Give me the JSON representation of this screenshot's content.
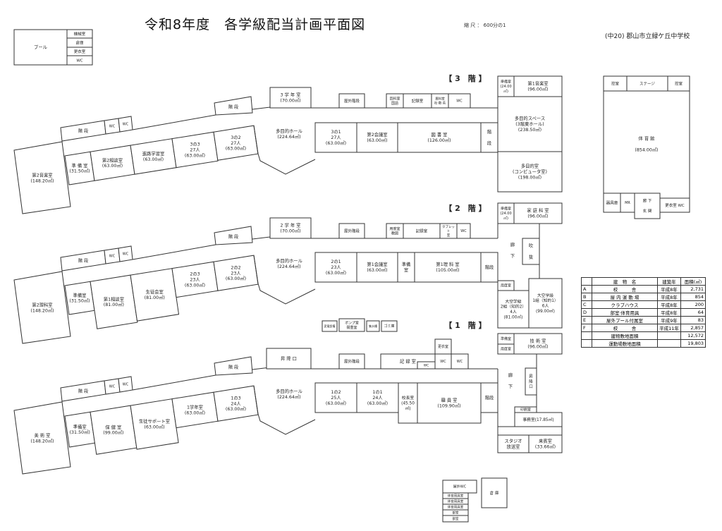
{
  "header": {
    "title": "令和8年度　各学級配当計画平面図",
    "scale": "縮 尺 ： 600分の1",
    "school": "(中20) 郡山市立緑ケ丘中学校"
  },
  "pool": {
    "pool": [
      "プール"
    ],
    "machine": [
      "機械室"
    ],
    "storage": [
      "倉庫"
    ],
    "locker": [
      "更衣室"
    ],
    "wc": [
      "WC"
    ]
  },
  "gym": {
    "hikae1": [
      "控室"
    ],
    "stage": [
      "ステージ"
    ],
    "hikae2": [
      "控室"
    ],
    "gym": [
      "体 育 館",
      "",
      "(854.00㎡)"
    ],
    "kigu": [
      "器具庫"
    ],
    "mr": [
      "MR"
    ],
    "genkan": [
      "廊 下",
      "",
      "玄 関"
    ],
    "koui": [
      "更衣室  WC"
    ]
  },
  "f3": {
    "label": "【 3　階 】",
    "big": [
      "第2音楽室",
      "(148.20㎡)"
    ],
    "stair_l": [
      "階 段"
    ],
    "wc1": [
      "WC"
    ],
    "wc2": [
      "WC"
    ],
    "stair_m": [
      "階 段"
    ],
    "r1": [
      "準 備 室",
      "(31.50㎡)"
    ],
    "r2": [
      "第2相談室",
      "(63.00㎡)"
    ],
    "r3": [
      "進路学習室",
      "(63.00㎡)"
    ],
    "r4": [
      "3の3",
      "27人",
      "(63.00㎡)"
    ],
    "r5": [
      "3の2",
      "27人",
      "(63.00㎡)"
    ],
    "hall": [
      "多目的ホール",
      "(224.64㎡)"
    ],
    "grade": [
      "3 学 年 室",
      "(70.00㎡)"
    ],
    "c1": [
      "3の1",
      "27人",
      "(63.00㎡)"
    ],
    "c2": [
      "第2会議室",
      "(63.00㎡)"
    ],
    "c3": [
      "図 書 室",
      "(126.00㎡)"
    ],
    "c4": [
      "階",
      "",
      "段"
    ],
    "t1": [
      "屋外階段"
    ],
    "t2": [
      "資料室",
      "国語"
    ],
    "t3": [
      "記録室"
    ],
    "t4": [
      "資料室",
      "社·数·英"
    ],
    "t5": [
      "WC"
    ],
    "x1": [
      "準備室",
      "(24.00",
      "㎡)"
    ],
    "x2": [
      "第1音楽室",
      "(96.00㎡)"
    ],
    "x3": [
      "多目的スペース",
      "(3階東ホール)",
      "(238.50㎡)"
    ],
    "x4": [
      "多目的室",
      "(コンピュータ室)",
      "(198.00㎡)"
    ]
  },
  "f2": {
    "label": "【 2　階 】",
    "big": [
      "第2理科室",
      "(148.20㎡)"
    ],
    "stair_l": [
      "階 段"
    ],
    "wc1": [
      "WC"
    ],
    "wc2": [
      "WC"
    ],
    "stair_m": [
      "階 段"
    ],
    "r1": [
      "準備室",
      "(31.50㎡)"
    ],
    "r2": [
      "第1相談室",
      "(81.00㎡)"
    ],
    "r3": [
      "生徒会室",
      "(81.00㎡)"
    ],
    "r4": [
      "2の3",
      "23人",
      "(63.00㎡)"
    ],
    "r5": [
      "2の2",
      "23人",
      "(63.00㎡)"
    ],
    "hall": [
      "多目的ホール",
      "(224.64㎡)"
    ],
    "grade": [
      "2 学 年 室",
      "(70.00㎡)"
    ],
    "c1": [
      "2の1",
      "23人",
      "(63.00㎡)"
    ],
    "c2": [
      "第1会議室",
      "(63.00㎡)"
    ],
    "c3": [
      "準備",
      "室"
    ],
    "c4": [
      "第1理 科 室",
      "(105.00㎡)"
    ],
    "c5": [
      "階段"
    ],
    "t1": [
      "屋外階段"
    ],
    "t2": [
      "用度室",
      "教図"
    ],
    "t3": [
      "記録室"
    ],
    "t4": [
      "タブレッ",
      "ト",
      "室"
    ],
    "t5": [
      "WC"
    ],
    "x1": [
      "準備室",
      "(24.00",
      "㎡)"
    ],
    "x2": [
      "家 庭 科 室",
      "(96.00㎡)"
    ],
    "corridor": [
      "廊",
      "",
      "下"
    ],
    "fuki": [
      "吹",
      "",
      "抜"
    ],
    "yodo": [
      "用度室"
    ],
    "oz2": [
      "大空学級",
      "2組（知的2）",
      "4人",
      "(81.00㎡)"
    ],
    "oz1": [
      "大空学級",
      "1組（知的1）",
      "6人",
      "(99.00㎡)"
    ]
  },
  "f1": {
    "label": "【 1　階 】",
    "big": [
      "美 術 室",
      "(148.20㎡)"
    ],
    "stair_l": [
      "階 段"
    ],
    "wc1": [
      "WC"
    ],
    "wc2": [
      "WC"
    ],
    "stair_m": [
      "階 段"
    ],
    "r1": [
      "準備室",
      "(31.50㎡)"
    ],
    "r2": [
      "保 健 室",
      "(99.00㎡)"
    ],
    "r3": [
      "生徒サポート室",
      "(63.00㎡)"
    ],
    "r4": [
      "1学年室",
      "(63.00㎡)"
    ],
    "r5": [
      "1の3",
      "24人",
      "(63.00㎡)"
    ],
    "hall": [
      "多目的ホール",
      "(224.64㎡)"
    ],
    "grade": [
      "昇 降 口"
    ],
    "c1": [
      "1の2",
      "25人",
      "(63.00㎡)"
    ],
    "c2": [
      "1の1",
      "24人",
      "(63.00㎡)"
    ],
    "c3": [
      "校長室",
      "(45.50",
      "㎡)"
    ],
    "c4": [
      "職 員 室",
      "(109.90㎡)"
    ],
    "c5": [
      "階段"
    ],
    "t1": [
      "屋外階段"
    ],
    "t2": [
      "記 録 室"
    ],
    "t3": [
      "WC"
    ],
    "t4": [
      "更衣室"
    ],
    "t5": [
      "WC"
    ],
    "t6": [
      "WC"
    ],
    "o1": [
      "変電設備"
    ],
    "o2": [
      "ポンプ室",
      "揚重室"
    ],
    "o3": [
      "集水槽"
    ],
    "o4": [
      "ゴミ庫"
    ],
    "x1": [
      "準備室"
    ],
    "x0": [
      "用度室"
    ],
    "x2": [
      "技 術 室",
      "(96.00㎡)"
    ],
    "corridor": [
      "廊",
      "",
      "下"
    ],
    "sho": [
      "昇",
      "降",
      "口"
    ],
    "insatsu": [
      "印刷室"
    ],
    "jimu": [
      "事務室(17.85㎡)"
    ],
    "studio": [
      "スタジオ",
      "放送室"
    ],
    "raihin": [
      "来賓室",
      "(33.66㎡)"
    ]
  },
  "outbuild": {
    "wc": [
      "屋外WC"
    ],
    "g1": [
      "体育用具室"
    ],
    "g2": [
      "体育用具室"
    ],
    "g3": [
      "体育用具室"
    ],
    "b1": [
      "部室"
    ],
    "b2": [
      "部室"
    ],
    "kura": [
      "倉 庫"
    ]
  },
  "table": {
    "headers": [
      "",
      "建　物　名",
      "建築年",
      "面積(㎡)"
    ],
    "rows": [
      [
        "A",
        "校　　　舎",
        "平成8年",
        "2,731"
      ],
      [
        "B",
        "屋 内 運 動 場",
        "平成8年",
        "854"
      ],
      [
        "C",
        "クラブハウス",
        "平成8年",
        "200"
      ],
      [
        "D",
        "部室·体育用具",
        "平成8年",
        "64"
      ],
      [
        "E",
        "屋外プール付属室",
        "平成9年",
        "83"
      ],
      [
        "F",
        "校　　　舎",
        "平成11年",
        "2,857"
      ],
      [
        "",
        "建物敷地面積",
        "",
        "12,572"
      ],
      [
        "",
        "運動場敷地面積",
        "",
        "19,803"
      ]
    ]
  }
}
